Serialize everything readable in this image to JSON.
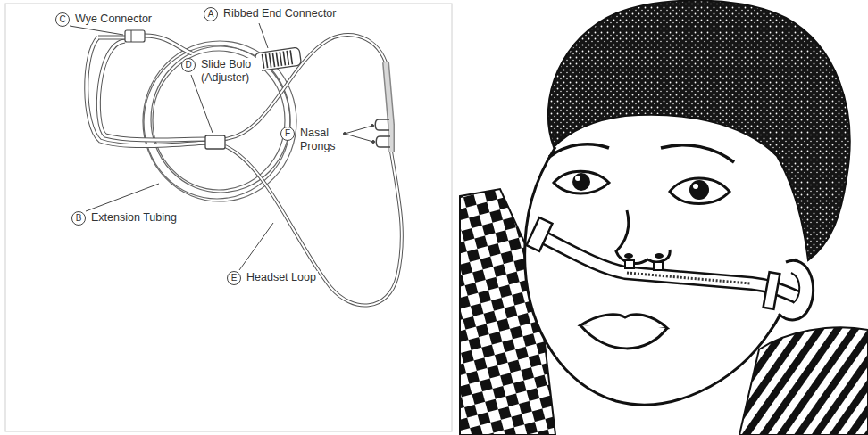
{
  "diagram": {
    "nodes": [
      {
        "text": [
          "A",
          "Ribbed End Connector"
        ]
      },
      {
        "text": [
          "C",
          "Wye Connector"
        ]
      },
      {
        "text": [
          "D",
          "Slide Bolo (Adjuster)"
        ]
      },
      {
        "text": [
          "F",
          "Nasal Prongs"
        ]
      },
      {
        "text": [
          "B",
          "Extension Tubing"
        ]
      },
      {
        "text": [
          "E",
          "Headset Loop"
        ]
      }
    ]
  }
}
